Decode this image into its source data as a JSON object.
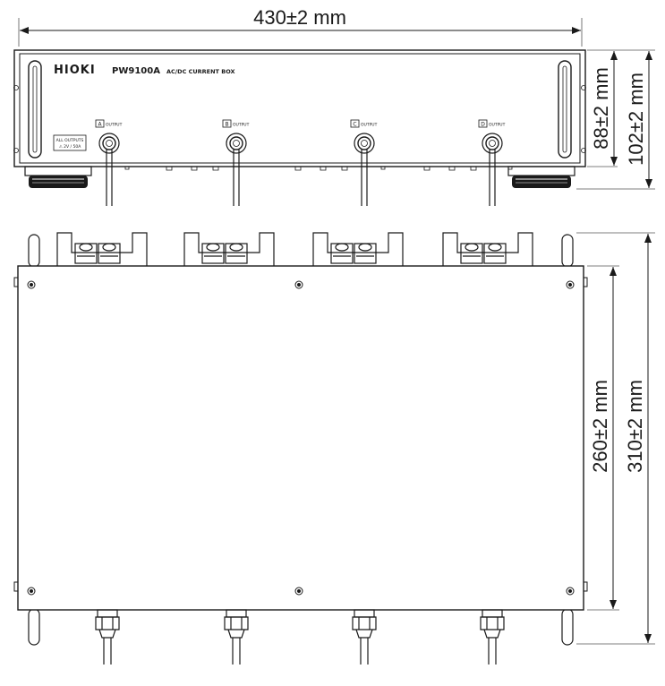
{
  "dimensions": {
    "width": "430±2 mm",
    "front_height": "88±2 mm",
    "total_height": "102±2 mm",
    "body_depth": "260±2 mm",
    "total_depth": "310±2 mm"
  },
  "front_panel": {
    "brand": "HIOKI",
    "model": "PW9100A",
    "product_name": "AC/DC CURRENT BOX",
    "rating_line1": "ALL OUTPUTS",
    "rating_line2": "⚠ 2V / 50A",
    "outputs": [
      {
        "letter": "A",
        "label": "OUTPUT"
      },
      {
        "letter": "B",
        "label": "OUTPUT"
      },
      {
        "letter": "C",
        "label": "OUTPUT"
      },
      {
        "letter": "D",
        "label": "OUTPUT"
      }
    ]
  }
}
